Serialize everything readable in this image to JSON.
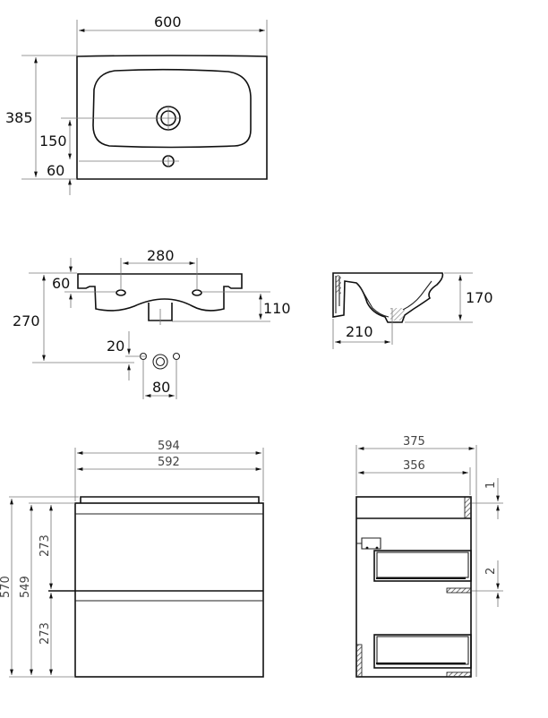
{
  "top_view": {
    "width_label": "600",
    "depth_label": "385",
    "drain_offset_label": "150",
    "tap_hole_offset_label": "60"
  },
  "front_section_view": {
    "tap_spacing_label": "280",
    "rim_height_label": "60",
    "total_height_label": "270",
    "drain_height_label": "110",
    "hole_offset_label": "20",
    "fixing_spacing_label": "80"
  },
  "side_section_view": {
    "bowl_depth_label": "170",
    "drain_distance_label": "210"
  },
  "cabinet_front_view": {
    "outer_width_label": "594",
    "inner_width_label": "592",
    "total_height_label": "570",
    "body_height_label": "549",
    "upper_drawer_label": "273",
    "lower_drawer_label": "273"
  },
  "cabinet_side_view": {
    "outer_depth_label": "375",
    "inner_depth_label": "356",
    "gap_top_label": "1",
    "gap_mid_label": "2"
  },
  "colors": {
    "line": "#111111",
    "dimension_line": "#777777",
    "hatch": "#555555"
  }
}
